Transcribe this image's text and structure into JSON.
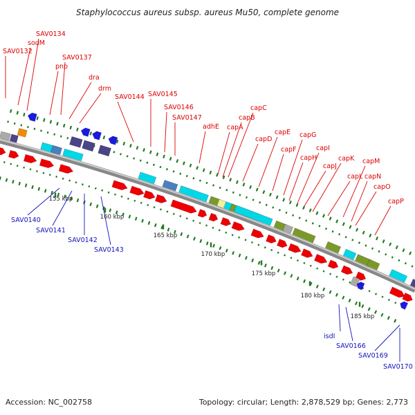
{
  "title": "Staphylococcus aureus subsp. aureus Mu50, complete genome",
  "footer": {
    "accession": "Accession: NC_002758",
    "topology": "Topology: circular; Length: 2,878,529 bp; Genes: 2,773"
  },
  "colors": {
    "forward_cds": "#ee0000",
    "reverse_cds": "#1a1ae0",
    "feature_cyan": "#00d8e8",
    "feature_steelblue": "#4a80c0",
    "feature_olive": "#7a9a28",
    "feature_purple": "#4a4488",
    "feature_yellow": "#f0f0a0",
    "feature_gray": "#aaaaaa",
    "feature_orange": "#f08c00",
    "backbone": "#999999",
    "gc_marks": "#207a20",
    "forward_label": "#dd0000",
    "reverse_label": "#1111bb"
  },
  "scale_labels": [
    "155 kbp",
    "160 kbp",
    "165 kbp",
    "170 kbp",
    "175 kbp",
    "180 kbp",
    "185 kbp"
  ],
  "gene_labels_forward": [
    "SAV0134",
    "sodM",
    "SAV0132",
    "SAV0137",
    "pnp",
    "dra",
    "drm",
    "SAV0144",
    "SAV0145",
    "SAV0146",
    "SAV0147",
    "adhE",
    "capC",
    "capB",
    "capA",
    "capD",
    "capE",
    "capF",
    "capG",
    "capH",
    "capI",
    "capJ",
    "capK",
    "capL",
    "capM",
    "capN",
    "capO",
    "capP"
  ],
  "gene_labels_reverse": [
    "SAV0140",
    "SAV0141",
    "SAV0142",
    "SAV0143",
    "isdI",
    "SAV0166",
    "SAV0169",
    "SAV0170"
  ]
}
